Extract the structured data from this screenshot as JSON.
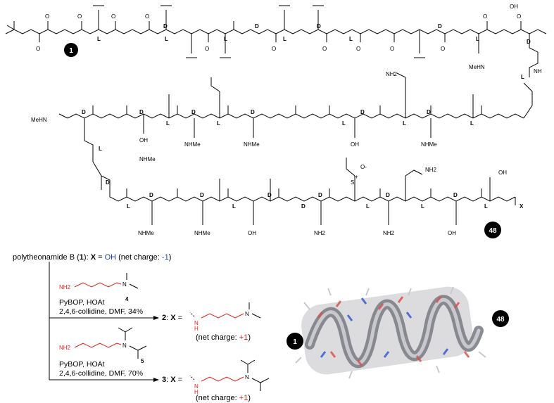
{
  "compound_badges": {
    "start": "1",
    "end": "48"
  },
  "stereo": {
    "D": "D",
    "L": "L"
  },
  "atoms": {
    "methylamide": "MeHN",
    "nhme": "NHMe",
    "oh": "OH",
    "nh2": "NH2",
    "o": "O",
    "nh": "NH",
    "n": "N",
    "h": "H",
    "s": "S",
    "x": "X",
    "sulfoxide_plus": "+",
    "sulfoxide_minus": "O-"
  },
  "caption": {
    "name": "polytheonamide B (",
    "num": "1",
    "after_num": "): ",
    "x_label": "X",
    "eq": " = ",
    "x_value": "OH",
    "net_open": " (net charge: ",
    "net_value": "-1",
    "net_close": ")"
  },
  "amines": [
    {
      "number": "4",
      "reagents_line1": "PyBOP, HOAt",
      "reagents_line2": "2,4,6-collidine, DMF, 34%"
    },
    {
      "number": "5",
      "reagents_line1": "PyBOP, HOAt",
      "reagents_line2": "2,4,6-collidine, DMF, 70%"
    }
  ],
  "products": [
    {
      "number": "2",
      "x_label": "X",
      "eq": " = ",
      "net_open": "(net charge: ",
      "net_value": "+1",
      "net_close": ")"
    },
    {
      "number": "3",
      "x_label": "X",
      "eq": " = ",
      "net_open": "(net charge: ",
      "net_value": "+1",
      "net_close": ")"
    }
  ],
  "model_badges": {
    "left": "1",
    "right": "48"
  },
  "colors": {
    "amine_red": "#e0201b",
    "charge_blue": "#1a3fb0",
    "badge": "#000000",
    "helix_gray": "#9a9aa2"
  }
}
